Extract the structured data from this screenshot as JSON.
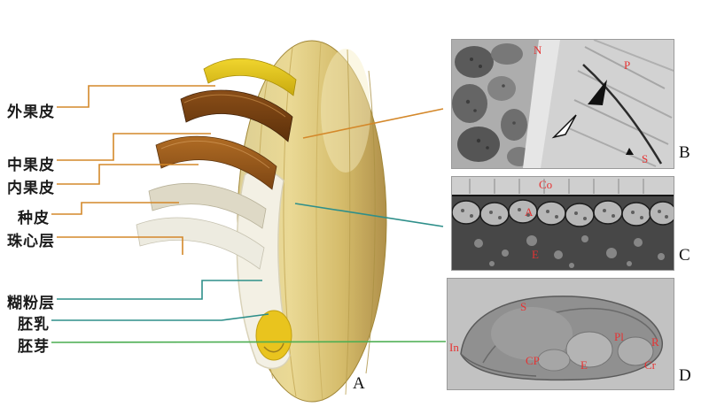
{
  "figure": {
    "main_letter": "A",
    "panel_b_letter": "B",
    "panel_c_letter": "C",
    "panel_d_letter": "D"
  },
  "labels": {
    "exocarp": "外果皮",
    "mesocarp": "中果皮",
    "endocarp": "内果皮",
    "seed_coat": "种皮",
    "nucellar_layer": "珠心层",
    "aleurone_layer": "糊粉层",
    "endosperm": "胚乳",
    "embryo": "胚芽"
  },
  "panel_b": {
    "annotations": {
      "n": "N",
      "p": "P",
      "s": "S"
    }
  },
  "panel_c": {
    "annotations": {
      "co": "Co",
      "a": "A",
      "e": "E"
    }
  },
  "panel_d": {
    "annotations": {
      "s": "S",
      "in": "In",
      "pl": "Pl",
      "r": "R",
      "cp": "CP",
      "e": "E",
      "cr": "Cr"
    }
  },
  "colors": {
    "pericarp_line_orange": "#d4882a",
    "aleurone_line_teal": "#2e8f8a",
    "embryo_line_green": "#4cae52",
    "annotation_red": "#e63333"
  }
}
